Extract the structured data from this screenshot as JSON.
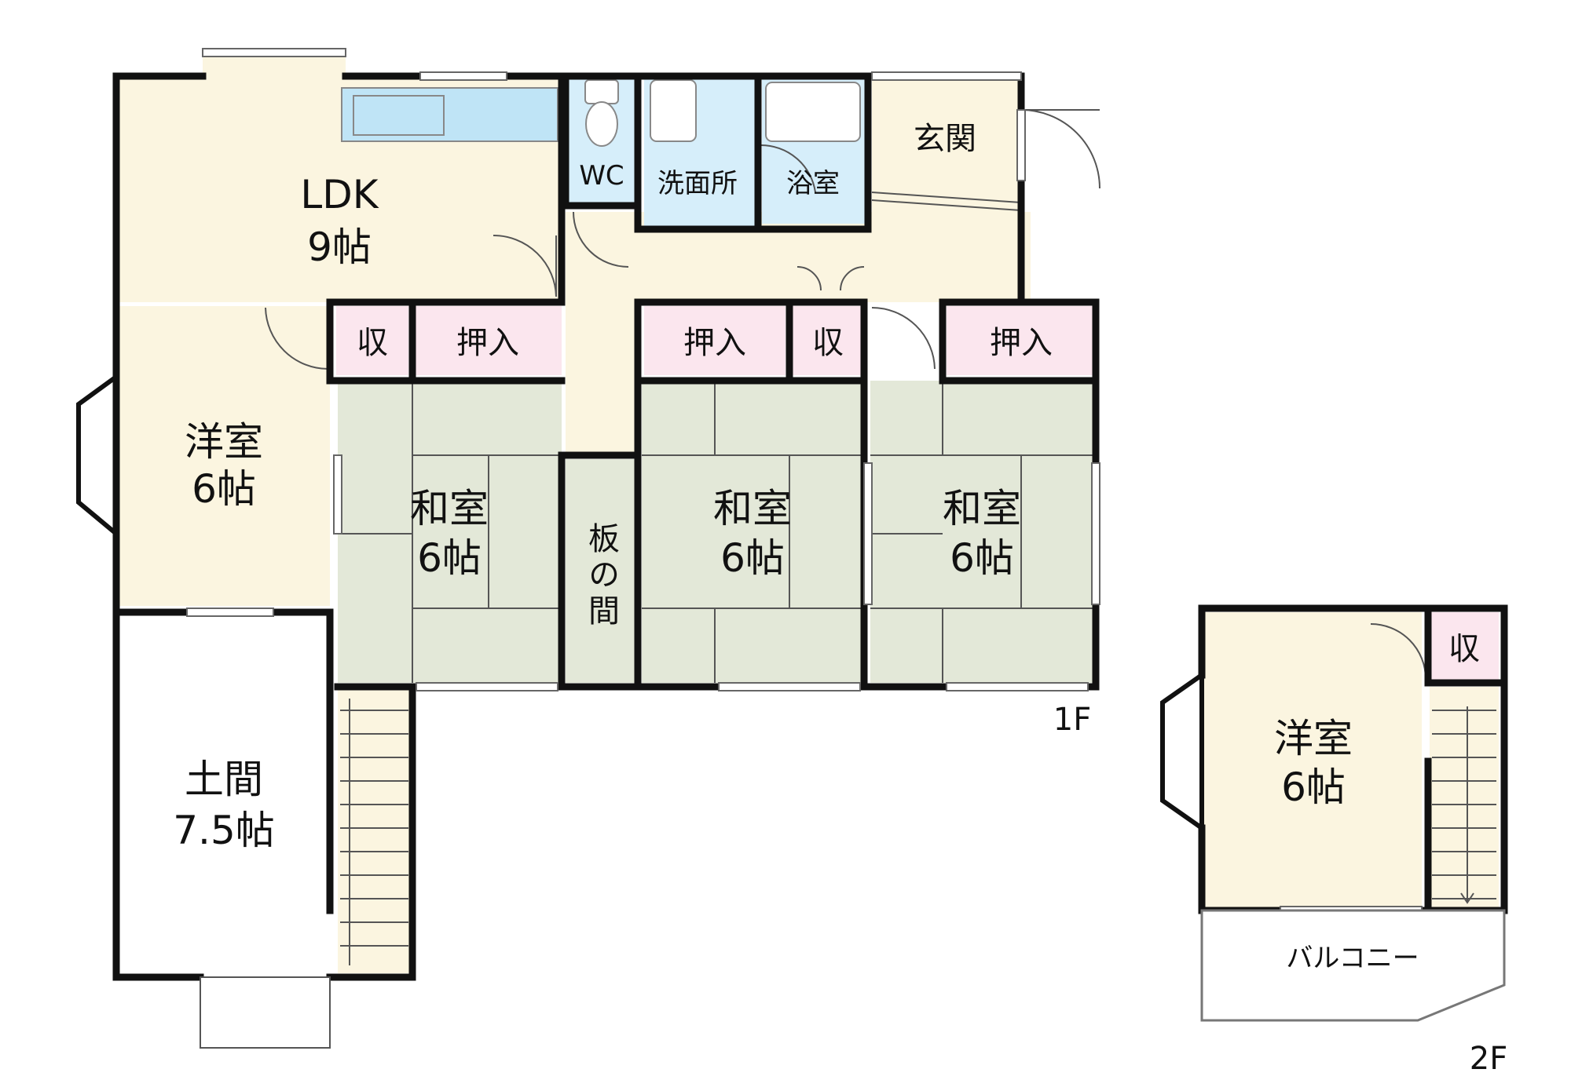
{
  "colors": {
    "yellow": "#fbf5e0",
    "tatami": "#e3e8d8",
    "pink": "#fbe6ee",
    "blue": "#d6eefa",
    "blue_fixture": "#bfe4f6",
    "wall": "#111111"
  },
  "rooms": {
    "ldk": {
      "name": "LDK",
      "size": "9帖"
    },
    "wc": {
      "name": "WC"
    },
    "senmen": {
      "name": "洗面所"
    },
    "yokushitsu": {
      "name": "浴室"
    },
    "genkan": {
      "name": "玄関"
    },
    "yoshitsu1": {
      "name": "洋室",
      "size": "6帖"
    },
    "washitsu1": {
      "name": "和室",
      "size": "6帖"
    },
    "itanoma": {
      "name": "板の間"
    },
    "washitsu2": {
      "name": "和室",
      "size": "6帖"
    },
    "washitsu3": {
      "name": "和室",
      "size": "6帖"
    },
    "doma": {
      "name": "土間",
      "size": "7.5帖"
    },
    "yoshitsu2": {
      "name": "洋室",
      "size": "6帖"
    },
    "balcony": {
      "name": "バルコニー"
    }
  },
  "storage": {
    "shu1": "収",
    "oshiire1": "押入",
    "oshiire2": "押入",
    "shu2": "収",
    "oshiire3": "押入",
    "shu3": "収"
  },
  "floors": {
    "first": "1F",
    "second": "2F"
  }
}
